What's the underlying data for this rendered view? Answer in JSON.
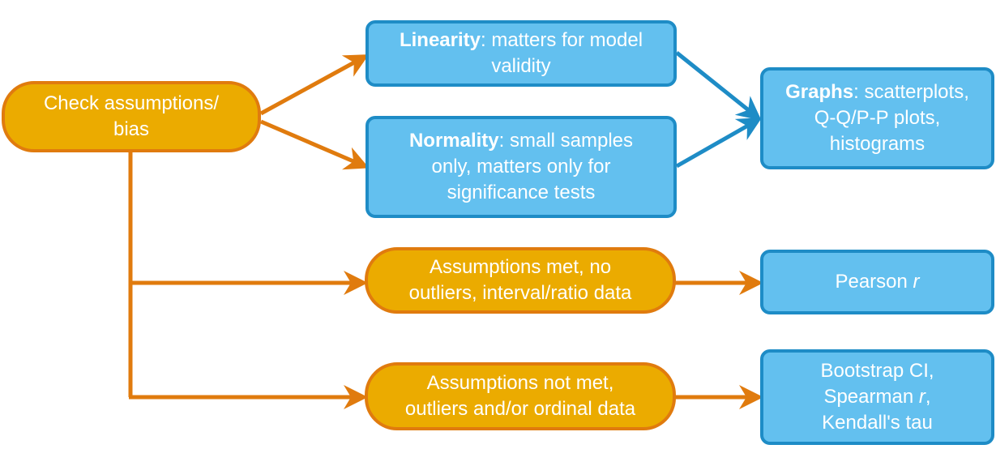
{
  "colors": {
    "orange_fill": "#EBAB00",
    "orange_border": "#E07B0E",
    "blue_fill": "#63C0EF",
    "blue_border": "#1E8CC6",
    "text": "#ffffff"
  },
  "nodes": {
    "check": {
      "line1": "Check assumptions/",
      "line2": "bias"
    },
    "linearity": {
      "bold": "Linearity",
      "rest1": ": matters for model",
      "line2": "validity"
    },
    "normality": {
      "bold": "Normality",
      "rest1": ": small samples",
      "line2": "only, matters only for",
      "line3": "significance tests"
    },
    "graphs": {
      "bold": "Graphs",
      "rest1": ": scatterplots,",
      "line2": "Q-Q/P-P plots,",
      "line3": "histograms"
    },
    "met": {
      "line1": "Assumptions met, no",
      "line2": "outliers, interval/ratio data"
    },
    "notmet": {
      "line1": "Assumptions not met,",
      "line2": "outliers and/or ordinal data"
    },
    "pearson": {
      "text": "Pearson ",
      "italic": "r"
    },
    "bootstrap": {
      "line1": "Bootstrap CI,",
      "line2_text": "Spearman ",
      "line2_italic": "r",
      "line2_tail": ",",
      "line3": "Kendall's tau"
    }
  }
}
